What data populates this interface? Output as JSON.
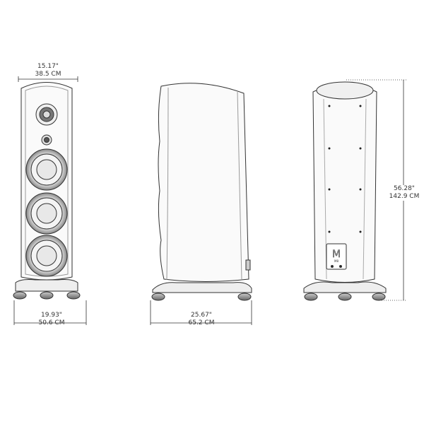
{
  "dimensions": {
    "front_width": {
      "in": "15.17\"",
      "cm": "38.5 CM"
    },
    "base_width": {
      "in": "19.93\"",
      "cm": "50.6 CM"
    },
    "depth": {
      "in": "25.67\"",
      "cm": "65.2 CM"
    },
    "height": {
      "in": "56.28\"",
      "cm": "142.9 CM"
    }
  },
  "rear_plate": {
    "logo_text": "M8"
  },
  "colors": {
    "line": "#333333",
    "fill_light": "#f4f4f4",
    "fill_dark": "#8a8a8a"
  }
}
